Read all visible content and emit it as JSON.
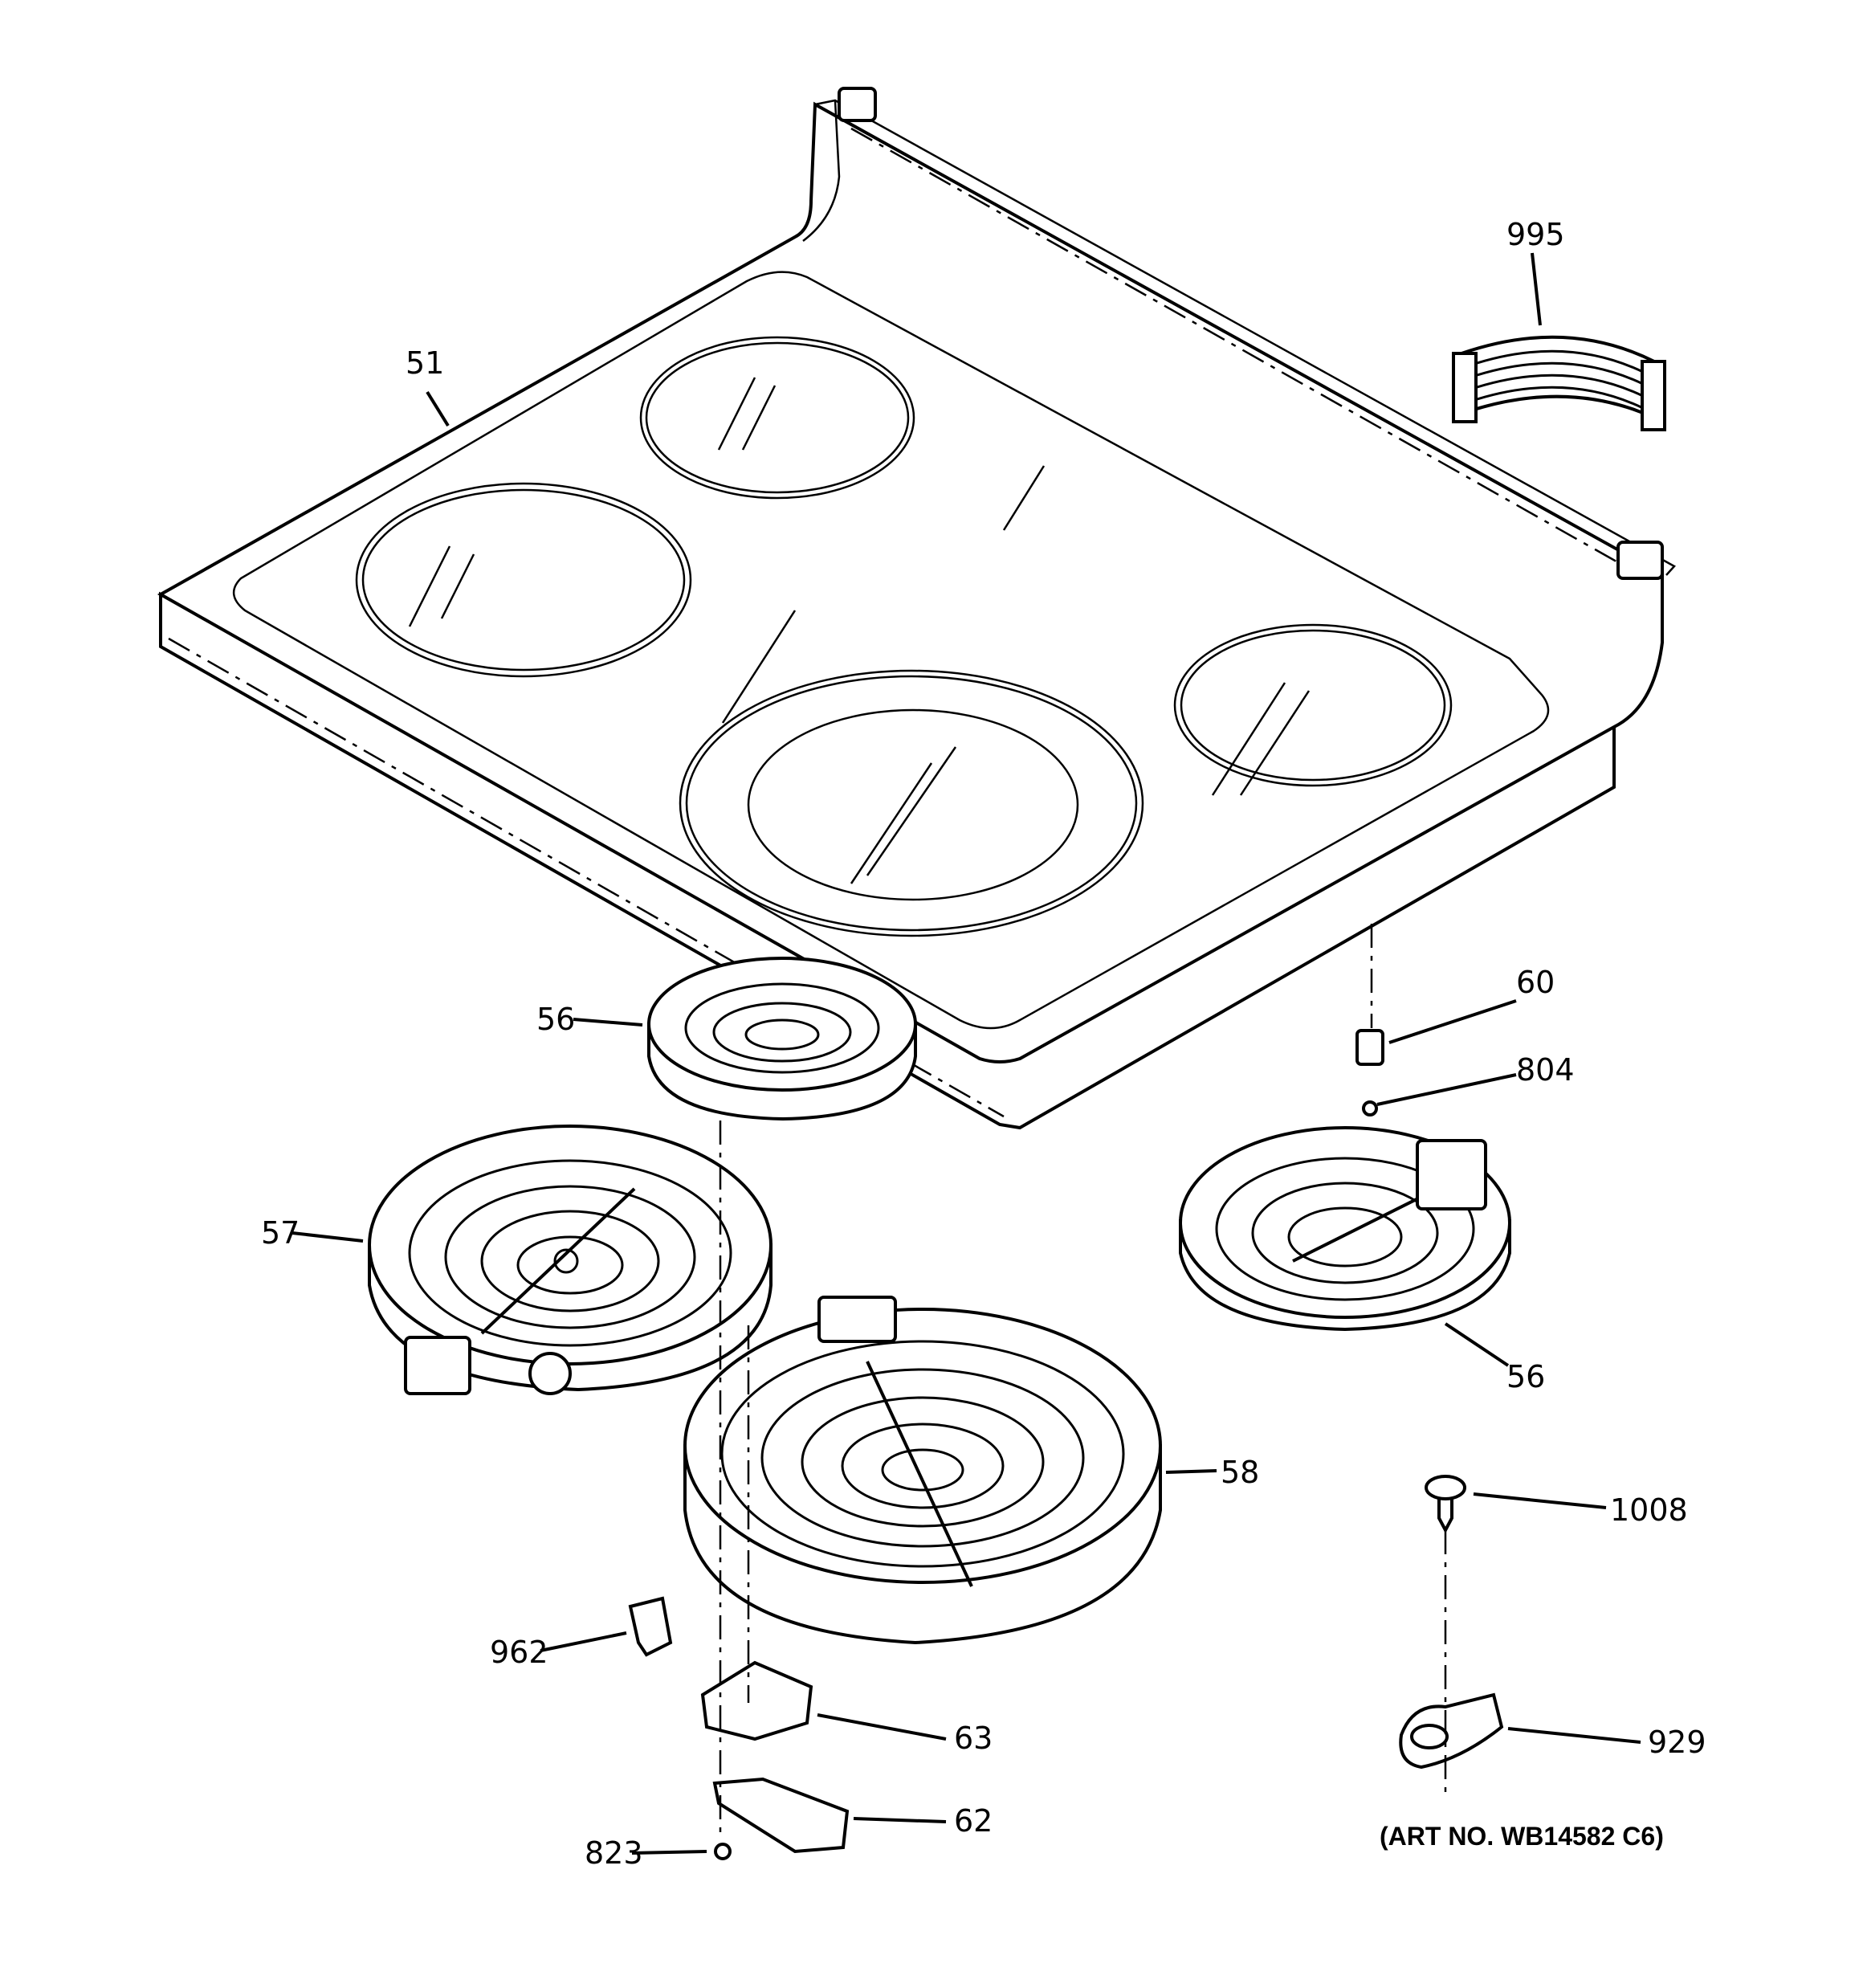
{
  "callouts": {
    "c995": "995",
    "c51": "51",
    "c60": "60",
    "c804": "804",
    "c56_left": "56",
    "c57": "57",
    "c56_right": "56",
    "c58": "58",
    "c1008": "1008",
    "c962": "962",
    "c63": "63",
    "c929": "929",
    "c62": "62",
    "c823": "823"
  },
  "art_number": "(ART NO. WB14582 C6)"
}
